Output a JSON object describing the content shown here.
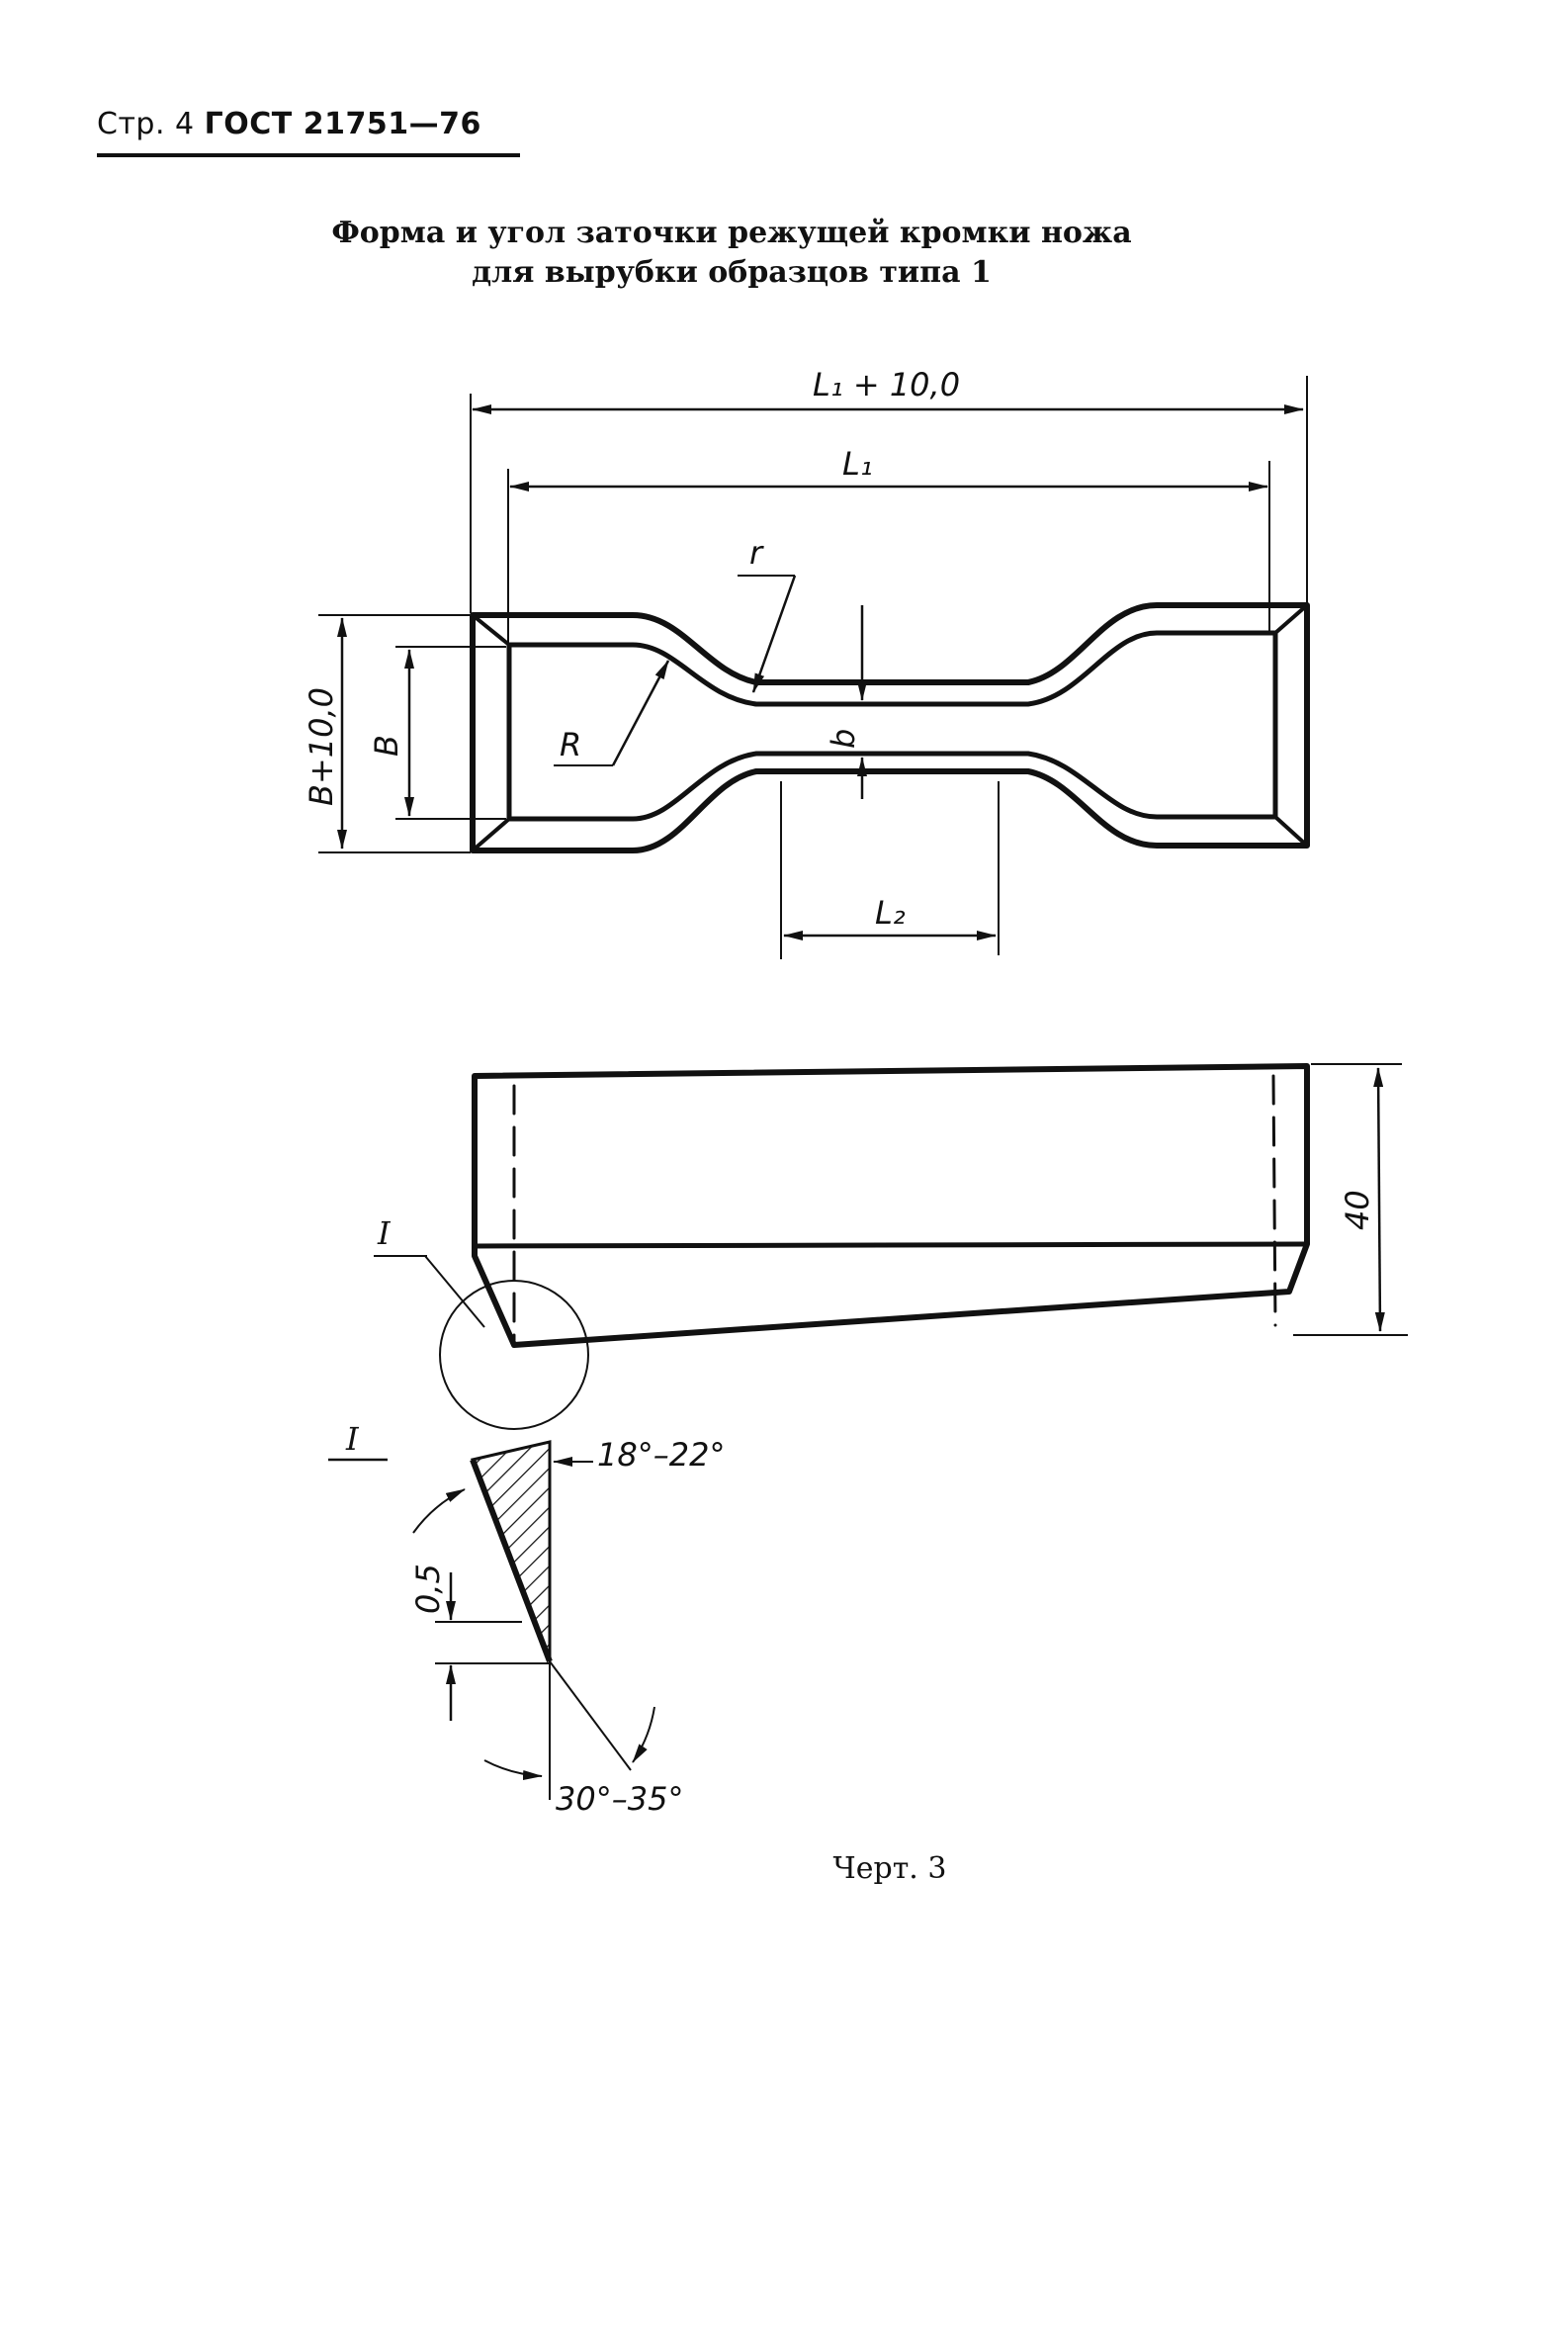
{
  "header": {
    "page": "Стр. 4",
    "standard": "ГОСТ 21751—76"
  },
  "title": {
    "line1": "Форма и угол заточки режущей кромки ножа",
    "line2": "для вырубки образцов  типа 1"
  },
  "dimensions": {
    "L1_plus": "L₁ + 10,0",
    "L1": "L₁",
    "r": "r",
    "R": "R",
    "B": "B",
    "B_plus": "B+10,0",
    "b": "b",
    "L2": "L₂",
    "h40": "40",
    "detail_mark": "I",
    "detail_label": "I",
    "angle_top": "18°–22°",
    "angle_bottom": "30°–35°",
    "edge": "0,5"
  },
  "caption": "Черт. 3"
}
